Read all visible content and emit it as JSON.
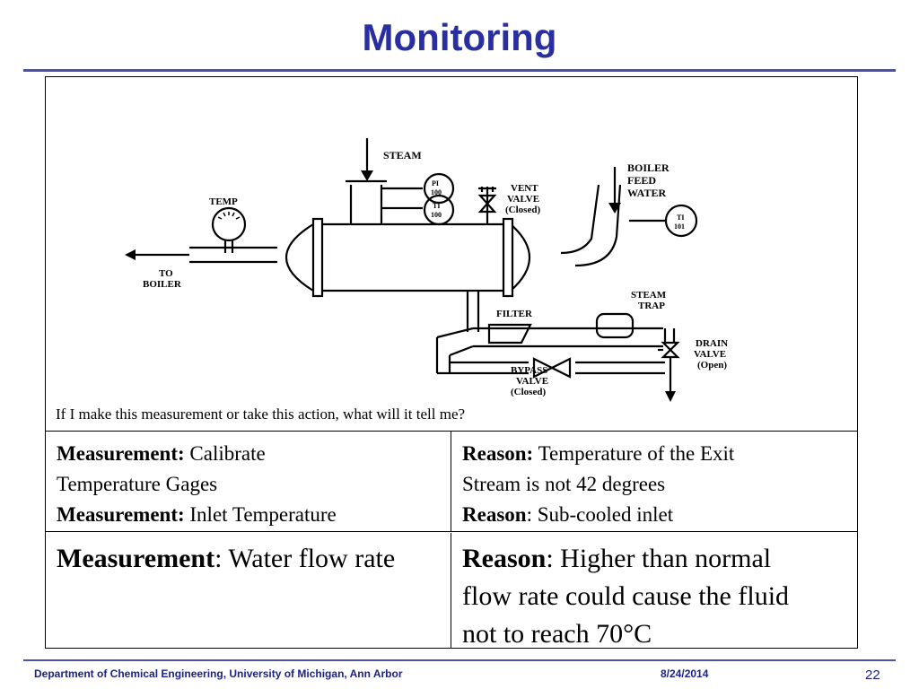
{
  "slide": {
    "title": "Monitoring",
    "caption": "If I make this measurement or take this action, what will it tell me?",
    "footer": {
      "department": "Department of Chemical Engineering, University of Michigan, Ann Arbor",
      "date": "8/24/2014",
      "page": "22"
    }
  },
  "diagram_labels": {
    "steam": "STEAM",
    "pi_top": "PI",
    "pi_bottom": "100",
    "ti_top": "TI",
    "ti_bottom": "100",
    "vent_1": "VENT",
    "vent_2": "VALVE",
    "vent_3": "(Closed)",
    "boiler_1": "BOILER",
    "boiler_2": "FEED",
    "boiler_3": "WATER",
    "ti101_top": "TI",
    "ti101_bottom": "101",
    "temp": "TEMP",
    "to_boiler_1": "TO",
    "to_boiler_2": "BOILER",
    "filter": "FILTER",
    "trap_1": "STEAM",
    "trap_2": "TRAP",
    "drain_1": "DRAIN",
    "drain_2": "VALVE",
    "drain_3": "(Open)",
    "bypass_1": "BYPASS",
    "bypass_2": "VALVE",
    "bypass_3": "(Closed)"
  },
  "table": {
    "row1": {
      "left": {
        "l1_bold": "Measurement:",
        "l1_text": " Calibrate",
        "l2_text": "Temperature Gages",
        "l3_bold": "Measurement:",
        "l3_text": " Inlet Temperature"
      },
      "right": {
        "l1_bold": "Reason:",
        "l1_text": " Temperature of the Exit",
        "l2_text": "Stream is not 42 degrees",
        "l3_bold": "Reason",
        "l3_text": ": Sub-cooled inlet"
      }
    },
    "row2": {
      "left": {
        "l1_bold": "Measurement",
        "l1_text": ": Water flow rate"
      },
      "right": {
        "l1_bold": "Reason",
        "l1_text": ": Higher than normal",
        "l2_text": "flow rate could cause the fluid",
        "l3_text": "not to reach 70°C"
      }
    }
  }
}
